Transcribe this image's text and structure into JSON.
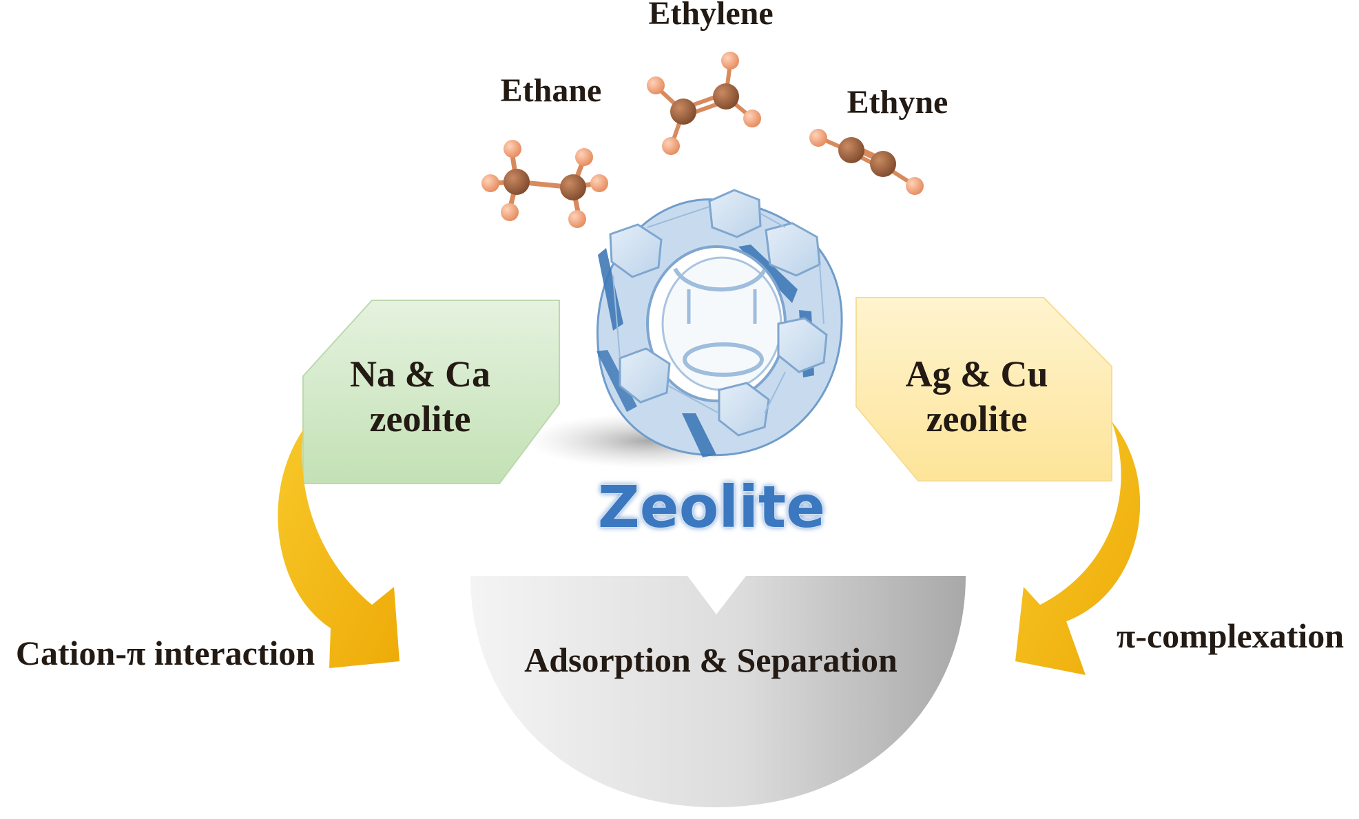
{
  "molecules": {
    "ethane": "Ethane",
    "ethylene": "Ethylene",
    "ethyne": "Ethyne"
  },
  "left_box": {
    "line1": "Na & Ca",
    "line2": "zeolite"
  },
  "right_box": {
    "line1": "Ag & Cu",
    "line2": "zeolite"
  },
  "center_title": "Zeolite",
  "left_arrow_label": "Cation-π interaction",
  "right_arrow_label": "π-complexation",
  "bottom_label": "Adsorption & Separation",
  "colors": {
    "carbon_atom": "#9b5e3b",
    "hydrogen_atom": "#f0a27a",
    "bond": "#d98a5c",
    "left_box_top": "#e3f1dd",
    "left_box_bottom": "#c5e2b8",
    "right_box_top": "#fff3cc",
    "right_box_bottom": "#fde59a",
    "arrow": "#f3b814",
    "zeolite_light": "#cfe0f1",
    "zeolite_dark": "#3f79b6",
    "zeolite_text": "#3a78c0",
    "bowl_light": "#f3f3f3",
    "bowl_dark": "#a8a7a7"
  }
}
